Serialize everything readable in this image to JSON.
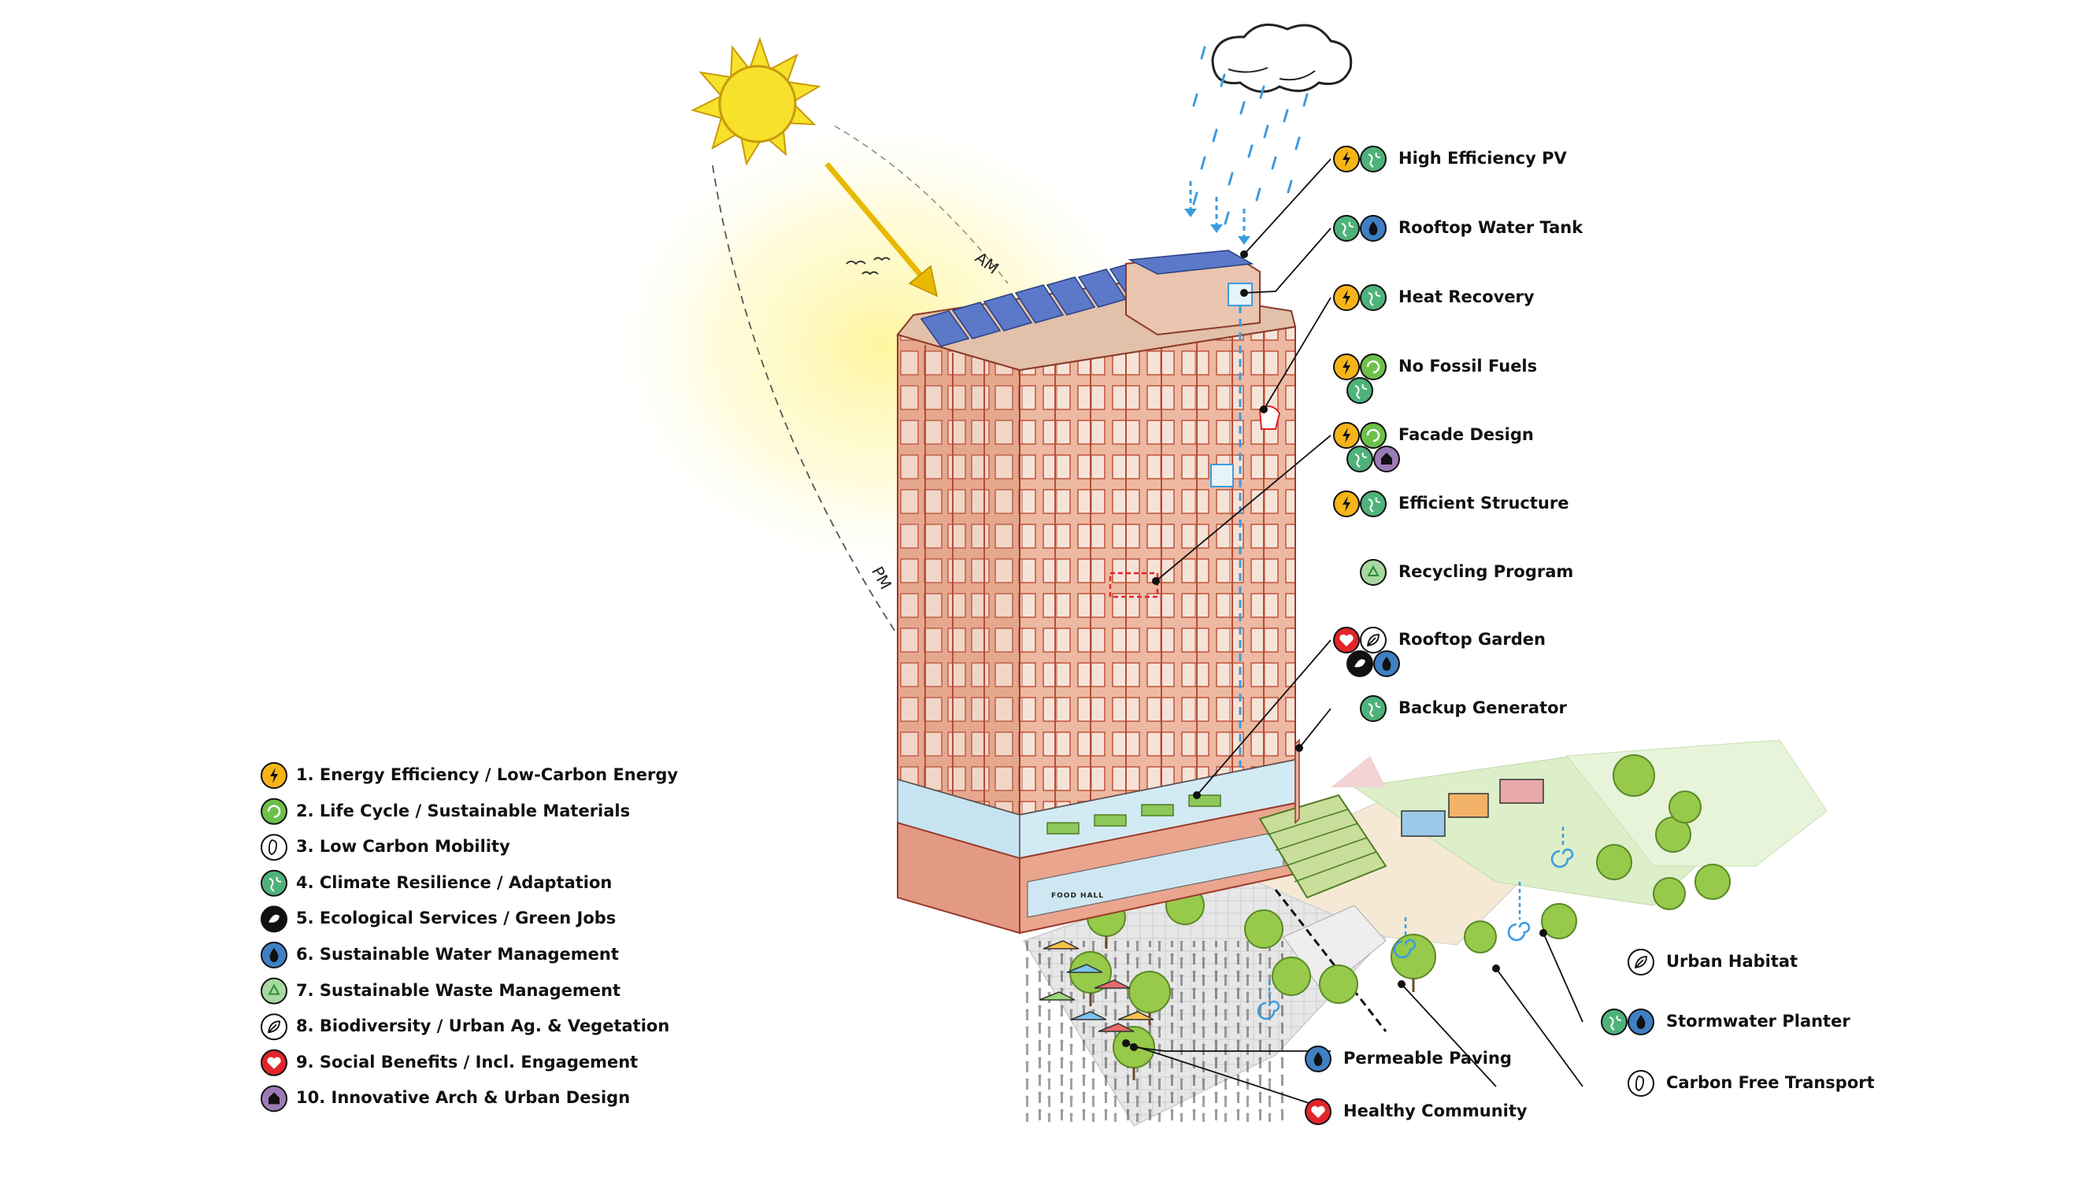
{
  "diagram": {
    "sun_labels": {
      "am": "AM",
      "pm": "PM"
    },
    "sign_text": "FOOD HALL",
    "features": [
      {
        "label": "High Efficiency PV",
        "icons": [
          "energy-efficiency-icon",
          "climate-resilience-icon"
        ]
      },
      {
        "label": "Rooftop Water Tank",
        "icons": [
          "climate-resilience-icon",
          "sustainable-water-icon"
        ]
      },
      {
        "label": "Heat Recovery",
        "icons": [
          "energy-efficiency-icon",
          "climate-resilience-icon"
        ]
      },
      {
        "label": "No Fossil Fuels",
        "icons": [
          "energy-efficiency-icon",
          "life-cycle-icon",
          "climate-resilience-icon"
        ]
      },
      {
        "label": "Facade Design",
        "icons": [
          "energy-efficiency-icon",
          "life-cycle-icon",
          "climate-resilience-icon",
          "innovative-arch-icon"
        ]
      },
      {
        "label": "Efficient Structure",
        "icons": [
          "energy-efficiency-icon",
          "climate-resilience-icon"
        ]
      },
      {
        "label": "Recycling Program",
        "icons": [
          "sustainable-waste-icon"
        ]
      },
      {
        "label": "Rooftop Garden",
        "icons": [
          "social-benefits-icon",
          "biodiversity-icon",
          "ecological-services-icon",
          "sustainable-water-icon"
        ]
      },
      {
        "label": "Backup Generator",
        "icons": [
          "climate-resilience-icon"
        ]
      },
      {
        "label": "Urban Habitat",
        "icons": [
          "biodiversity-icon"
        ]
      },
      {
        "label": "Stormwater Planter",
        "icons": [
          "climate-resilience-icon",
          "sustainable-water-icon"
        ]
      },
      {
        "label": "Carbon Free Transport",
        "icons": [
          "low-carbon-mobility-icon"
        ]
      },
      {
        "label": "Permeable Paving",
        "icons": [
          "sustainable-water-icon"
        ]
      },
      {
        "label": "Healthy Community",
        "icons": [
          "social-benefits-icon"
        ]
      }
    ],
    "legend": [
      {
        "label": "1. Energy Efficiency / Low-Carbon Energy",
        "icon": "energy-efficiency-icon"
      },
      {
        "label": "2. Life Cycle / Sustainable Materials",
        "icon": "life-cycle-icon"
      },
      {
        "label": "3. Low Carbon Mobility",
        "icon": "low-carbon-mobility-icon"
      },
      {
        "label": "4. Climate Resilience / Adaptation",
        "icon": "climate-resilience-icon"
      },
      {
        "label": "5. Ecological Services / Green Jobs",
        "icon": "ecological-services-icon"
      },
      {
        "label": "6. Sustainable Water Management",
        "icon": "sustainable-water-icon"
      },
      {
        "label": "7. Sustainable Waste Management",
        "icon": "sustainable-waste-icon"
      },
      {
        "label": "8. Biodiversity / Urban Ag. & Vegetation",
        "icon": "biodiversity-icon"
      },
      {
        "label": "9. Social Benefits / Incl. Engagement",
        "icon": "social-benefits-icon"
      },
      {
        "label": "10. Innovative Arch & Urban Design",
        "icon": "innovative-arch-icon"
      }
    ],
    "colors": {
      "energy": "#F5B519",
      "life_cycle": "#6CC04A",
      "mobility": "#FFFFFF",
      "climate": "#4FB27A",
      "ecological": "#111111",
      "water": "#3F7FC4",
      "waste": "#A8D9A0",
      "biodiversity": "#FFFFFF",
      "social": "#E3242B",
      "innovative": "#9B7BB5",
      "brick": "#E9B39C",
      "brick_line": "#C0533B",
      "solar_panel": "#5B78C9",
      "sun": "#F7E12A",
      "rain": "#3D9BE0"
    }
  }
}
